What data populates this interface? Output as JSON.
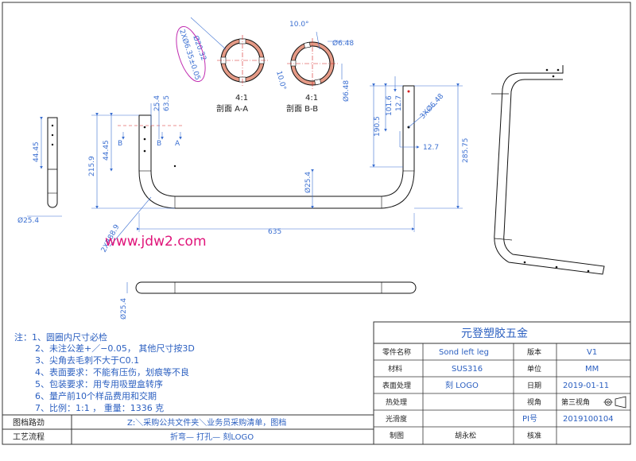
{
  "watermark": "www.jdw2.com",
  "colors": {
    "part": "#111111",
    "dimension": "#3b6fd1",
    "red": "#d62020",
    "magenta": "#c02bb0",
    "pink_fill": "#e59a86"
  },
  "views": {
    "section_a": {
      "scale": "4:1",
      "label": "剖面 A-A",
      "dims": [
        "Ø20.32",
        "2XØ6.35±0.05"
      ]
    },
    "section_b": {
      "scale": "4:1",
      "label": "剖面 B-B",
      "dims": [
        "10.0°",
        "10.0°",
        "Ø6.48",
        "Ø6.48"
      ]
    },
    "front": {
      "dims": [
        "25.4",
        "63.5",
        "215.9",
        "44.45",
        "Ø25.4",
        "2XR88.9",
        "635"
      ],
      "markers": [
        "B",
        "B",
        "A"
      ]
    },
    "left_side": {
      "dims": [
        "44.45",
        "Ø25.4"
      ]
    },
    "right_side": {
      "dims": [
        "12.7",
        "101.6",
        "190.5",
        "3XØ6.48",
        "12.7",
        "285.75"
      ]
    },
    "bottom": {
      "dims": [
        "Ø25.4"
      ]
    }
  },
  "notes": [
    "注：1、圆圈内尺寸必检",
    "2、未注公差+／−0.05，  其他尺寸按3D",
    "3、尖角去毛刺不大于C0.1",
    "4、表面要求：不能有压伤，划痕等不良",
    "5、包装要求：用专用吸塑盒转序",
    "6、量产前10个样品费用和交期",
    "7、比例：1:1   ，   重量：1336 克"
  ],
  "bottom_rows": {
    "archive_label": "图档路劲",
    "archive_value": "Z:＼采购公共文件夹＼业务员采购清单，图档",
    "process_label": "工艺流程",
    "process_value": "折弯— 打孔— 刻LOGO"
  },
  "title_block": {
    "company": "元登塑胶五金",
    "rows": [
      {
        "l1": "零件名称",
        "v1": "Sond left leg",
        "l2": "版本",
        "v2": "V1"
      },
      {
        "l1": "材料",
        "v1": "SUS316",
        "l2": "单位",
        "v2": "MM"
      },
      {
        "l1": "表面处理",
        "v1": "刻 LOGO",
        "l2": "日期",
        "v2": "2019-01-11"
      },
      {
        "l1": "热处理",
        "v1": "",
        "l2": "视角",
        "v2": "第三视角"
      },
      {
        "l1": "光滑度",
        "v1": "",
        "l2": "PI号",
        "v2": "2019100104"
      },
      {
        "l1": "制图",
        "v1": "胡永松",
        "l2": "核准",
        "v2": ""
      }
    ]
  }
}
